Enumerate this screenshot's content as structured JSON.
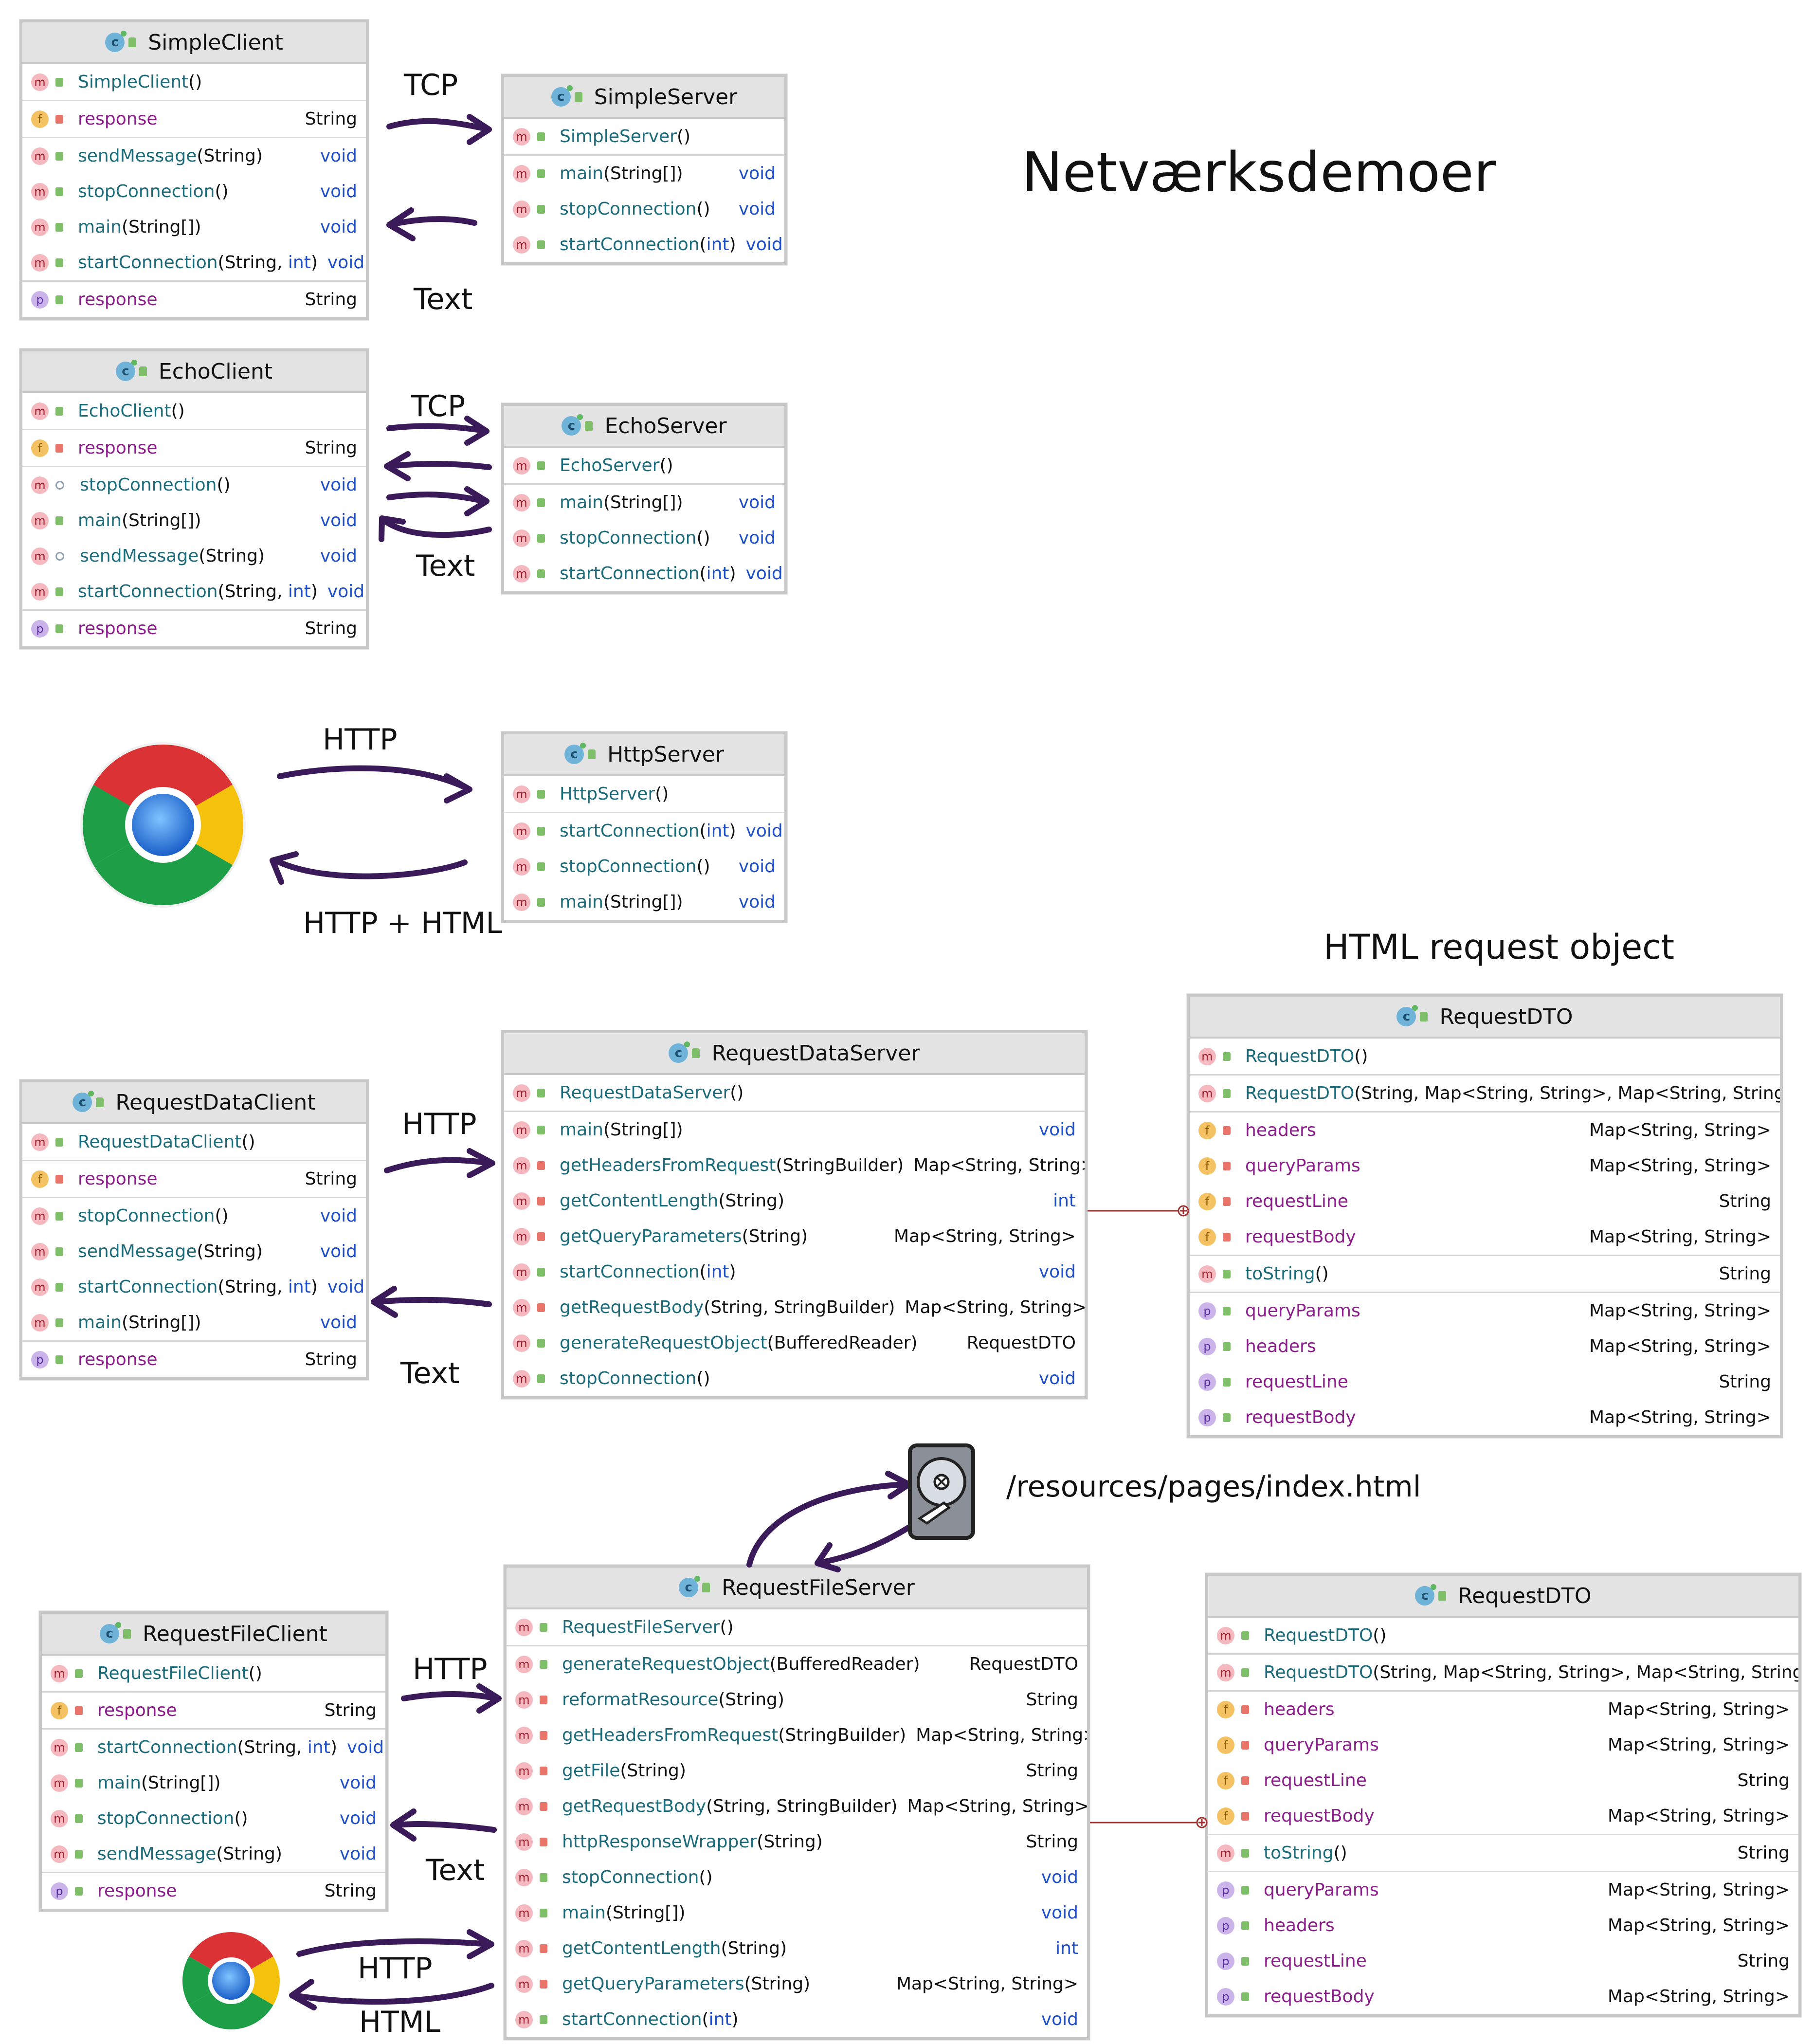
{
  "title": "Netværksdemoer",
  "labels": {
    "tcp1": "TCP",
    "text1": "Text",
    "tcp2": "TCP",
    "text2": "Text",
    "http1": "HTTP",
    "http_html1": "HTTP + HTML",
    "html_request_object": "HTML request object",
    "http2": "HTTP",
    "text3": "Text",
    "resource_path": "/resources/pages/index.html",
    "http3": "HTTP",
    "text4": "Text",
    "http4": "HTTP",
    "html4": "HTML"
  },
  "icons": {
    "browser": "chrome-icon",
    "disk": "hard-drive-icon"
  },
  "colors": {
    "arrow": "#3a1a58",
    "method_badge": "#f5b8bf",
    "field_badge": "#f4c262",
    "property_badge": "#cbb4ea",
    "keyword": "#1e4fc9"
  },
  "classes": {
    "simple_client": {
      "name": "SimpleClient",
      "rows": [
        {
          "k": "m",
          "v": "pub",
          "n": "SimpleClient",
          "a": "()",
          "t": ""
        },
        {
          "k": "f",
          "v": "prv",
          "n": "response",
          "a": "",
          "t": "String"
        },
        {
          "k": "m",
          "v": "pub",
          "n": "sendMessage",
          "a": "(String)",
          "t": "void"
        },
        {
          "k": "m",
          "v": "pub",
          "n": "stopConnection",
          "a": "()",
          "t": "void"
        },
        {
          "k": "m",
          "v": "pub",
          "n": "main",
          "a": "(String[])",
          "t": "void"
        },
        {
          "k": "m",
          "v": "pub",
          "n": "startConnection",
          "a": "(String, int)",
          "t": "void"
        },
        {
          "k": "p",
          "v": "pub",
          "n": "response",
          "a": "",
          "t": "String"
        }
      ]
    },
    "simple_server": {
      "name": "SimpleServer",
      "rows": [
        {
          "k": "m",
          "v": "pub",
          "n": "SimpleServer",
          "a": "()",
          "t": ""
        },
        {
          "k": "m",
          "v": "pub",
          "n": "main",
          "a": "(String[])",
          "t": "void"
        },
        {
          "k": "m",
          "v": "pub",
          "n": "stopConnection",
          "a": "()",
          "t": "void"
        },
        {
          "k": "m",
          "v": "pub",
          "n": "startConnection",
          "a": "(int)",
          "t": "void"
        }
      ]
    },
    "echo_client": {
      "name": "EchoClient",
      "rows": [
        {
          "k": "m",
          "v": "pub",
          "n": "EchoClient",
          "a": "()",
          "t": ""
        },
        {
          "k": "f",
          "v": "prv",
          "n": "response",
          "a": "",
          "t": "String"
        },
        {
          "k": "m",
          "v": "pkg",
          "n": "stopConnection",
          "a": "()",
          "t": "void"
        },
        {
          "k": "m",
          "v": "pub",
          "n": "main",
          "a": "(String[])",
          "t": "void"
        },
        {
          "k": "m",
          "v": "pkg",
          "n": "sendMessage",
          "a": "(String)",
          "t": "void"
        },
        {
          "k": "m",
          "v": "pub",
          "n": "startConnection",
          "a": "(String, int)",
          "t": "void"
        },
        {
          "k": "p",
          "v": "pub",
          "n": "response",
          "a": "",
          "t": "String"
        }
      ]
    },
    "echo_server": {
      "name": "EchoServer",
      "rows": [
        {
          "k": "m",
          "v": "pub",
          "n": "EchoServer",
          "a": "()",
          "t": ""
        },
        {
          "k": "m",
          "v": "pub",
          "n": "main",
          "a": "(String[])",
          "t": "void"
        },
        {
          "k": "m",
          "v": "pub",
          "n": "stopConnection",
          "a": "()",
          "t": "void"
        },
        {
          "k": "m",
          "v": "pub",
          "n": "startConnection",
          "a": "(int)",
          "t": "void"
        }
      ]
    },
    "http_server": {
      "name": "HttpServer",
      "rows": [
        {
          "k": "m",
          "v": "pub",
          "n": "HttpServer",
          "a": "()",
          "t": ""
        },
        {
          "k": "m",
          "v": "pub",
          "n": "startConnection",
          "a": "(int)",
          "t": "void"
        },
        {
          "k": "m",
          "v": "pub",
          "n": "stopConnection",
          "a": "()",
          "t": "void"
        },
        {
          "k": "m",
          "v": "pub",
          "n": "main",
          "a": "(String[])",
          "t": "void"
        }
      ]
    },
    "request_data_client": {
      "name": "RequestDataClient",
      "rows": [
        {
          "k": "m",
          "v": "pub",
          "n": "RequestDataClient",
          "a": "()",
          "t": ""
        },
        {
          "k": "f",
          "v": "prv",
          "n": "response",
          "a": "",
          "t": "String"
        },
        {
          "k": "m",
          "v": "pub",
          "n": "stopConnection",
          "a": "()",
          "t": "void"
        },
        {
          "k": "m",
          "v": "pub",
          "n": "sendMessage",
          "a": "(String)",
          "t": "void"
        },
        {
          "k": "m",
          "v": "pub",
          "n": "startConnection",
          "a": "(String, int)",
          "t": "void"
        },
        {
          "k": "m",
          "v": "pub",
          "n": "main",
          "a": "(String[])",
          "t": "void"
        },
        {
          "k": "p",
          "v": "pub",
          "n": "response",
          "a": "",
          "t": "String"
        }
      ]
    },
    "request_data_server": {
      "name": "RequestDataServer",
      "rows": [
        {
          "k": "m",
          "v": "pub",
          "n": "RequestDataServer",
          "a": "()",
          "t": ""
        },
        {
          "k": "m",
          "v": "pub",
          "n": "main",
          "a": "(String[])",
          "t": "void"
        },
        {
          "k": "m",
          "v": "prv",
          "n": "getHeadersFromRequest",
          "a": "(StringBuilder)",
          "t": "Map<String, String>"
        },
        {
          "k": "m",
          "v": "prv",
          "n": "getContentLength",
          "a": "(String)",
          "t": "int"
        },
        {
          "k": "m",
          "v": "prv",
          "n": "getQueryParameters",
          "a": "(String)",
          "t": "Map<String, String>"
        },
        {
          "k": "m",
          "v": "pub",
          "n": "startConnection",
          "a": "(int)",
          "t": "void"
        },
        {
          "k": "m",
          "v": "prv",
          "n": "getRequestBody",
          "a": "(String, StringBuilder)",
          "t": "Map<String, String>"
        },
        {
          "k": "m",
          "v": "pub",
          "n": "generateRequestObject",
          "a": "(BufferedReader)",
          "t": "RequestDTO"
        },
        {
          "k": "m",
          "v": "pub",
          "n": "stopConnection",
          "a": "()",
          "t": "void"
        }
      ]
    },
    "request_dto_1": {
      "name": "RequestDTO",
      "rows": [
        {
          "k": "m",
          "v": "pub",
          "n": "RequestDTO",
          "a": "()",
          "t": ""
        },
        {
          "k": "m",
          "v": "pub",
          "n": "RequestDTO",
          "a": "(String, Map<String, String>, Map<String, String>,",
          "t": ""
        },
        {
          "k": "f",
          "v": "prv",
          "n": "headers",
          "a": "",
          "t": "Map<String, String>"
        },
        {
          "k": "f",
          "v": "prv",
          "n": "queryParams",
          "a": "",
          "t": "Map<String, String>"
        },
        {
          "k": "f",
          "v": "prv",
          "n": "requestLine",
          "a": "",
          "t": "String"
        },
        {
          "k": "f",
          "v": "prv",
          "n": "requestBody",
          "a": "",
          "t": "Map<String, String>"
        },
        {
          "k": "m",
          "v": "pub",
          "n": "toString",
          "a": "()",
          "t": "String"
        },
        {
          "k": "p",
          "v": "pub",
          "n": "queryParams",
          "a": "",
          "t": "Map<String, String>"
        },
        {
          "k": "p",
          "v": "pub",
          "n": "headers",
          "a": "",
          "t": "Map<String, String>"
        },
        {
          "k": "p",
          "v": "pub",
          "n": "requestLine",
          "a": "",
          "t": "String"
        },
        {
          "k": "p",
          "v": "pub",
          "n": "requestBody",
          "a": "",
          "t": "Map<String, String>"
        }
      ]
    },
    "request_file_client": {
      "name": "RequestFileClient",
      "rows": [
        {
          "k": "m",
          "v": "pub",
          "n": "RequestFileClient",
          "a": "()",
          "t": ""
        },
        {
          "k": "f",
          "v": "prv",
          "n": "response",
          "a": "",
          "t": "String"
        },
        {
          "k": "m",
          "v": "pub",
          "n": "startConnection",
          "a": "(String, int)",
          "t": "void"
        },
        {
          "k": "m",
          "v": "pub",
          "n": "main",
          "a": "(String[])",
          "t": "void"
        },
        {
          "k": "m",
          "v": "pub",
          "n": "stopConnection",
          "a": "()",
          "t": "void"
        },
        {
          "k": "m",
          "v": "pub",
          "n": "sendMessage",
          "a": "(String)",
          "t": "void"
        },
        {
          "k": "p",
          "v": "pub",
          "n": "response",
          "a": "",
          "t": "String"
        }
      ]
    },
    "request_file_server": {
      "name": "RequestFileServer",
      "rows": [
        {
          "k": "m",
          "v": "pub",
          "n": "RequestFileServer",
          "a": "()",
          "t": ""
        },
        {
          "k": "m",
          "v": "pub",
          "n": "generateRequestObject",
          "a": "(BufferedReader)",
          "t": "RequestDTO"
        },
        {
          "k": "m",
          "v": "prv",
          "n": "reformatResource",
          "a": "(String)",
          "t": "String"
        },
        {
          "k": "m",
          "v": "prv",
          "n": "getHeadersFromRequest",
          "a": "(StringBuilder)",
          "t": "Map<String, String>"
        },
        {
          "k": "m",
          "v": "prv",
          "n": "getFile",
          "a": "(String)",
          "t": "String"
        },
        {
          "k": "m",
          "v": "prv",
          "n": "getRequestBody",
          "a": "(String, StringBuilder)",
          "t": "Map<String, String>"
        },
        {
          "k": "m",
          "v": "prv",
          "n": "httpResponseWrapper",
          "a": "(String)",
          "t": "String"
        },
        {
          "k": "m",
          "v": "pub",
          "n": "stopConnection",
          "a": "()",
          "t": "void"
        },
        {
          "k": "m",
          "v": "pub",
          "n": "main",
          "a": "(String[])",
          "t": "void"
        },
        {
          "k": "m",
          "v": "prv",
          "n": "getContentLength",
          "a": "(String)",
          "t": "int"
        },
        {
          "k": "m",
          "v": "prv",
          "n": "getQueryParameters",
          "a": "(String)",
          "t": "Map<String, String>"
        },
        {
          "k": "m",
          "v": "pub",
          "n": "startConnection",
          "a": "(int)",
          "t": "void"
        }
      ]
    },
    "request_dto_2": {
      "name": "RequestDTO",
      "rows": [
        {
          "k": "m",
          "v": "pub",
          "n": "RequestDTO",
          "a": "()",
          "t": ""
        },
        {
          "k": "m",
          "v": "pub",
          "n": "RequestDTO",
          "a": "(String, Map<String, String>, Map<String, String>,",
          "t": ""
        },
        {
          "k": "f",
          "v": "prv",
          "n": "headers",
          "a": "",
          "t": "Map<String, String>"
        },
        {
          "k": "f",
          "v": "prv",
          "n": "queryParams",
          "a": "",
          "t": "Map<String, String>"
        },
        {
          "k": "f",
          "v": "prv",
          "n": "requestLine",
          "a": "",
          "t": "String"
        },
        {
          "k": "f",
          "v": "prv",
          "n": "requestBody",
          "a": "",
          "t": "Map<String, String>"
        },
        {
          "k": "m",
          "v": "pub",
          "n": "toString",
          "a": "()",
          "t": "String"
        },
        {
          "k": "p",
          "v": "pub",
          "n": "queryParams",
          "a": "",
          "t": "Map<String, String>"
        },
        {
          "k": "p",
          "v": "pub",
          "n": "headers",
          "a": "",
          "t": "Map<String, String>"
        },
        {
          "k": "p",
          "v": "pub",
          "n": "requestLine",
          "a": "",
          "t": "String"
        },
        {
          "k": "p",
          "v": "pub",
          "n": "requestBody",
          "a": "",
          "t": "Map<String, String>"
        }
      ]
    }
  }
}
